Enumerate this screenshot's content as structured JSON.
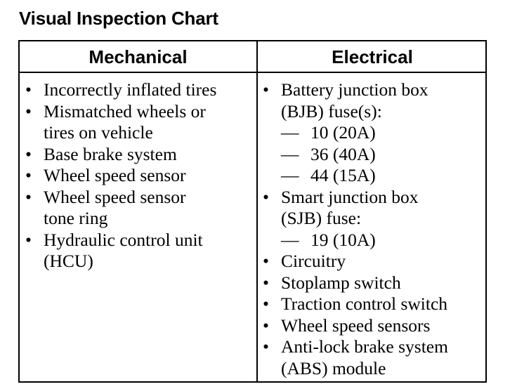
{
  "title": "Visual Inspection Chart",
  "headers": {
    "mechanical": "Mechanical",
    "electrical": "Electrical"
  },
  "bullet_glyph": "•",
  "dash_glyph": "—",
  "mechanical_lines": [
    {
      "kind": "bullet",
      "text": "Incorrectly inflated tires"
    },
    {
      "kind": "bullet",
      "text": "Mismatched wheels or"
    },
    {
      "kind": "cont",
      "text": "tires on vehicle"
    },
    {
      "kind": "bullet",
      "text": "Base brake system"
    },
    {
      "kind": "bullet",
      "text": "Wheel speed sensor"
    },
    {
      "kind": "bullet",
      "text": "Wheel speed sensor"
    },
    {
      "kind": "cont",
      "text": "tone ring"
    },
    {
      "kind": "bullet",
      "text": "Hydraulic control unit"
    },
    {
      "kind": "cont",
      "text": "(HCU)"
    }
  ],
  "electrical_lines": [
    {
      "kind": "bullet",
      "text": "Battery junction box"
    },
    {
      "kind": "cont",
      "text": "(BJB) fuse(s):"
    },
    {
      "kind": "dash",
      "text": "10 (20A)"
    },
    {
      "kind": "dash",
      "text": "36 (40A)"
    },
    {
      "kind": "dash",
      "text": "44 (15A)"
    },
    {
      "kind": "bullet",
      "text": "Smart junction box"
    },
    {
      "kind": "cont",
      "text": "(SJB) fuse:"
    },
    {
      "kind": "dash",
      "text": "19 (10A)"
    },
    {
      "kind": "bullet",
      "text": "Circuitry"
    },
    {
      "kind": "bullet",
      "text": "Stoplamp switch"
    },
    {
      "kind": "bullet",
      "text": "Traction control switch"
    },
    {
      "kind": "bullet",
      "text": "Wheel speed sensors"
    },
    {
      "kind": "bullet",
      "text": "Anti-lock brake system"
    },
    {
      "kind": "cont",
      "text": "(ABS) module"
    }
  ]
}
